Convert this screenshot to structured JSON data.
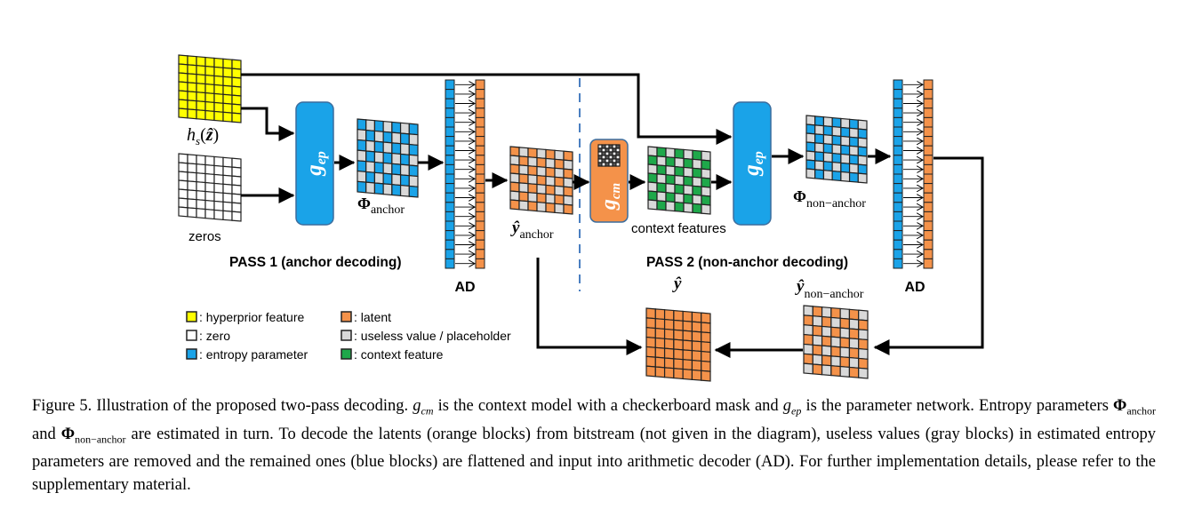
{
  "labels": {
    "hyperprior_input": "h_s(ẑ)",
    "hyperprior_input_parts": [
      "h",
      "s",
      "(",
      "ẑ",
      ")"
    ],
    "zeros": "zeros",
    "gep": "g_ep",
    "gep_parts": [
      "g",
      "ep"
    ],
    "gcm": "g_cm",
    "gcm_parts": [
      "g",
      "cm"
    ],
    "phi_anchor": "Φ_anchor",
    "phi_anchor_parts": [
      "Φ",
      "anchor"
    ],
    "phi_nonanchor": "Φ_non−anchor",
    "phi_nonanchor_parts": [
      "Φ",
      "non−anchor"
    ],
    "y_anchor": "ŷ_anchor",
    "y_anchor_parts": [
      "ŷ",
      "anchor"
    ],
    "y_hat": "ŷ",
    "y_nonanchor": "ŷ_non−anchor",
    "y_nonanchor_parts": [
      "ŷ",
      "non−anchor"
    ],
    "context_features": "context features",
    "ad": "AD",
    "pass1": "PASS 1 (anchor decoding)",
    "pass2": "PASS 2 (non-anchor decoding)"
  },
  "legend": [
    {
      "color": "#ffff00",
      "label": ": hyperprior feature"
    },
    {
      "color": "#ffffff",
      "label": ": zero"
    },
    {
      "color": "#1aa3e8",
      "label": ": entropy parameter"
    },
    {
      "color": "#f4924a",
      "label": ": latent"
    },
    {
      "color": "#d9d9d9",
      "label": ": useless value / placeholder"
    },
    {
      "color": "#1ea84a",
      "label": ": context feature"
    }
  ],
  "colors": {
    "hyperprior": "#ffff00",
    "zero": "#ffffff",
    "entropy": "#1aa3e8",
    "latent": "#f4924a",
    "placeholder": "#d9d9d9",
    "context": "#1ea84a",
    "dashed_divider": "#4a7fc1"
  },
  "caption": {
    "figure": "Figure 5. Illustration of the proposed two-pass decoding.",
    "g": "g",
    "cm": "cm",
    "t1": " is the context model with a checkerboard mask and ",
    "ep": "ep",
    "t2": " is the parameter network. Entropy parameters ",
    "phi": "Φ",
    "anchor": "anchor",
    "and": " and ",
    "nonanchor": "non−anchor",
    "t3": " are estimated in turn. To decode the latents (orange blocks) from bitstream (not given in the diagram), useless values (gray blocks) in estimated entropy parameters are removed and the remained ones (blue blocks) are flattened and input into arithmetic decoder (AD). For further implementation details, please refer to the supplementary material."
  }
}
